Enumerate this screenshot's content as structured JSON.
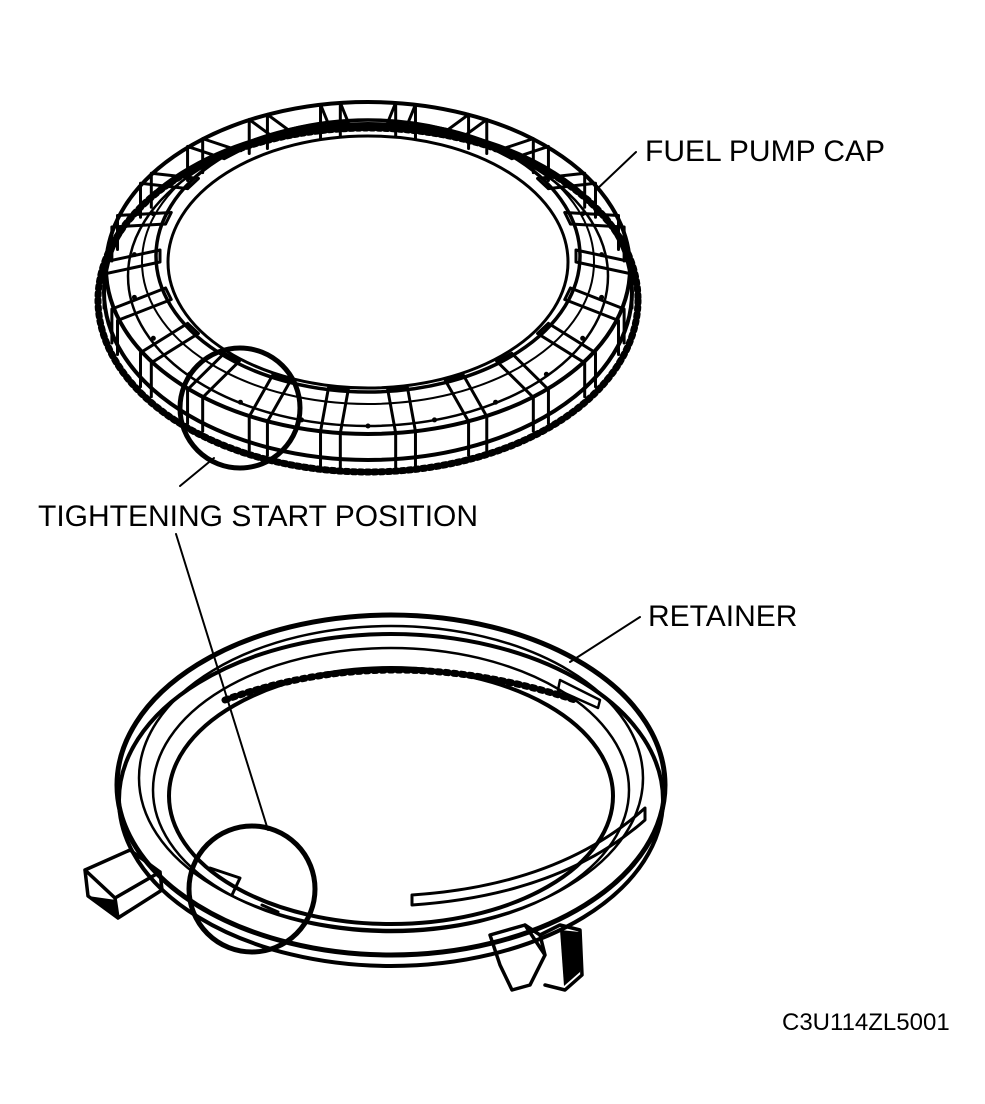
{
  "labels": {
    "fuel_pump_cap": "FUEL PUMP CAP",
    "tightening_start_position": "TIGHTENING START POSITION",
    "retainer": "RETAINER",
    "figure_code": "C3U114ZL5001"
  },
  "colors": {
    "ink": "#000000",
    "paper": "#ffffff"
  }
}
